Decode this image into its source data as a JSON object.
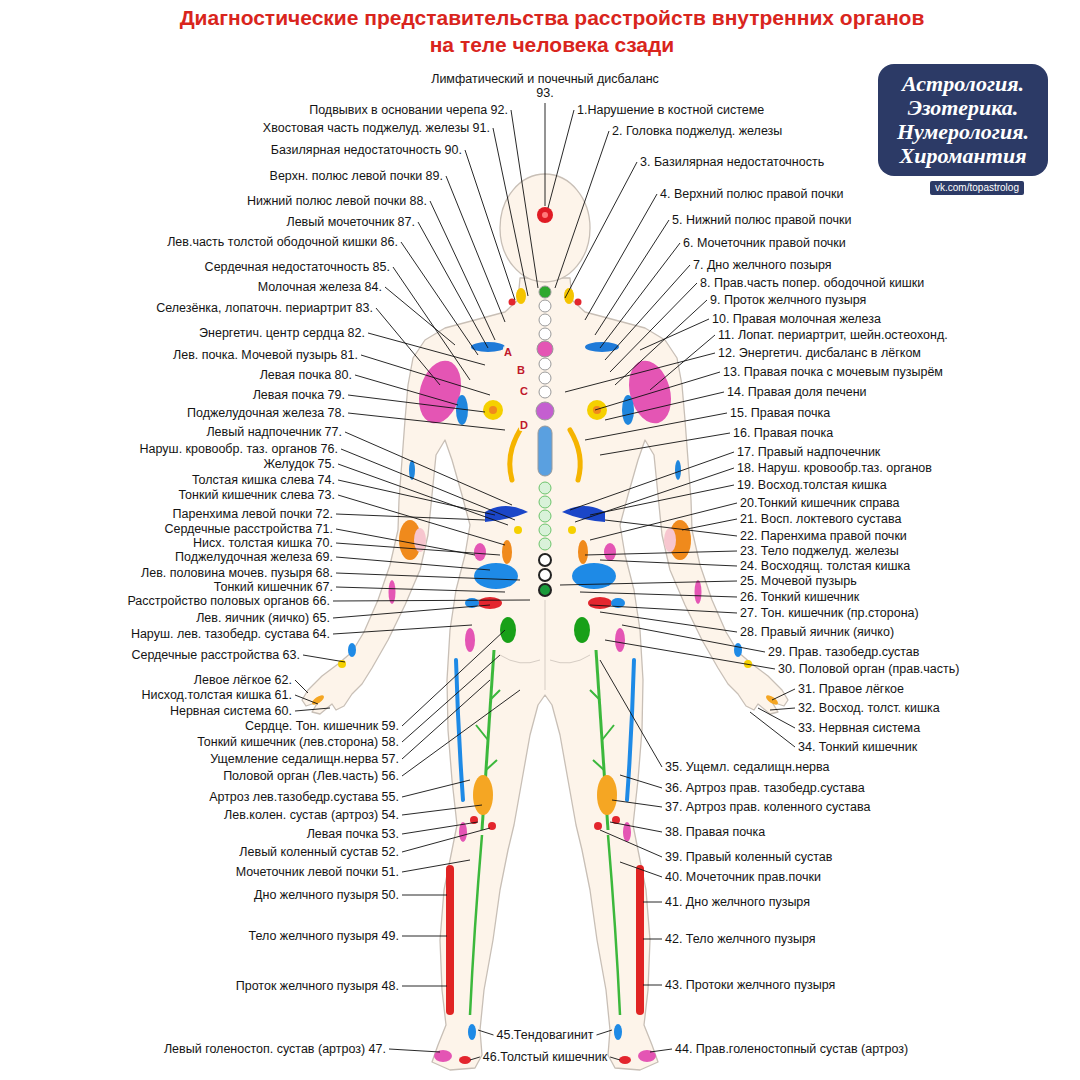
{
  "diagram": {
    "title": "Диагностические представительства расстройств внутренних органов на теле человека сзади",
    "nodes": [
      {
        "text": [
          "Астрология. Эзотерика. Нумерология. Хиромантия"
        ]
      },
      {
        "text": [
          "vk.com/topastrolog"
        ]
      }
    ],
    "labels": [
      "Лимфатический и почечный дисбаланс 93.",
      "Подвывих в основании черепа 92.",
      "Хвостовая часть поджелуд. железы 91.",
      "Базилярная недостаточность 90.",
      "Верхн. полюс левой почки 89.",
      "Нижний полюс левой почки 88.",
      "Левый мочеточник 87.",
      "Лев.часть толстой ободочной кишки 86.",
      "Сердечная недостаточность 85.",
      "Молочная железа 84.",
      "Селезёнка, лопаточн. периартрит 83.",
      "Энергетич. центр сердца 82.",
      "Лев. почка. Мочевой пузырь 81.",
      "Левая почка 80.",
      "Левая почка 79.",
      "Поджелудочная железа 78.",
      "Левый надпочечник 77.",
      "Наруш. кровообр. таз. органов 76.",
      "Желудок 75.",
      "Толстая кишка слева 74.",
      "Тонкий кишечник слева 73.",
      "Паренхима левой почки 72.",
      "Сердечные расстройства 71.",
      "Нисх. толстая кишка 70.",
      "Поджелудочная железа 69.",
      "Лев. половина мочев. пузыря 68.",
      "Тонкий кишечник 67.",
      "Расстройство половых органов 66.",
      "Лев. яичник (яичко) 65.",
      "Наруш. лев. тазобедр. сустава 64.",
      "Сердечные расстройства 63.",
      "Левое лёгкое 62.",
      "Нисход.толстая кишка 61.",
      "Нервная система 60.",
      "Сердце. Тон. кишечник 59.",
      "Тонкий кишечник (лев.сторона) 58.",
      "Ущемление седалищн.нерва 57.",
      "Половой орган (Лев.часть) 56.",
      "Артроз лев.тазобедр.сустава 55.",
      "Лев.колен. сустав (артроз) 54.",
      "Левая почка 53.",
      "Левый коленный сустав 52.",
      "Мочеточник левой почки 51.",
      "Дно желчного пузыря 50.",
      "Тело желчного пузыря 49.",
      "Проток желчного пузыря 48.",
      "Левый голеностоп. сустав (артроз) 47.",
      "1.Нарушение в костной системе",
      "2. Головка поджелуд. железы",
      "3. Базилярная недостаточность",
      "4. Верхний полюс правой почки",
      "5. Нижний полюс правой почки",
      "6. Мочеточник правой почки",
      "7. Дно желчного позыря",
      "8. Прав.часть попер. ободочной кишки",
      "9. Проток желчного пузыря",
      "10. Правая молочная железа",
      "11. Лопат. периартрит, шейн.остеохонд.",
      "12. Энергетич. дисбаланс в лёгком",
      "13. Правая почка с мочевым пузырём",
      "14. Правая доля печени",
      "15. Правая почка",
      "16. Правая почка",
      "17. Правый надпочечник",
      "18. Наруш. кровообр.таз. органов",
      "19. Восход.толстая кишка",
      "20.Тонкий кишечник справа",
      "21. Восп. локтевого сустава",
      "22. Паренхима правой почки",
      "23. Тело поджелуд. железы",
      "24. Восходящ. толстая кишка",
      "25. Мочевой пузырь",
      "26. Тонкий кишечник",
      "27. Тон. кишечник (пр.сторона)",
      "28. Правый яичник (яичко)",
      "29. Прав. тазобедр.сустав",
      "30. Половой орган (прав.часть)",
      "31. Правое лёгкое",
      "32. Восход. толст. кишка",
      "33. Нервная система",
      "34. Тонкий кишечник",
      "35. Ущемл. седалищн.нерва",
      "36. Артроз прав. тазобедр.сустава",
      "37. Артроз прав. коленного сустава",
      "38. Правая почка",
      "39. Правый коленный сустав",
      "40. Мочеточник прав.почки",
      "41. Дно желчного пузыря",
      "42. Тело желчного пузыря",
      "43. Протоки желчного пузыря",
      "44. Прав.голеностопный сустав (артроз)",
      "45.Тендовагинит",
      "46.Толстый кишечник",
      "A",
      "B",
      "C",
      "D"
    ]
  }
}
